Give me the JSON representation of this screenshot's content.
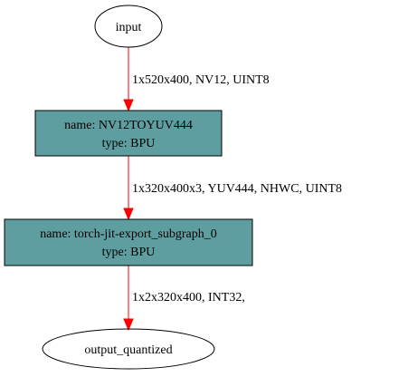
{
  "nodes": {
    "input": {
      "label": "input"
    },
    "nv12": {
      "name_line": "name: NV12TOYUV444",
      "type_line": "type: BPU"
    },
    "torch": {
      "name_line": "name: torch-jit-export_subgraph_0",
      "type_line": "type: BPU"
    },
    "output": {
      "label": "output_quantized"
    }
  },
  "edges": {
    "e1": {
      "label": "1x520x400, NV12, UINT8"
    },
    "e2": {
      "label": "1x320x400x3, YUV444, NHWC, UINT8"
    },
    "e3": {
      "label": "1x2x320x400, INT32,"
    }
  },
  "colors": {
    "box_fill": "#5f9ea0",
    "edge": "#ff0000",
    "stroke": "#000000"
  }
}
